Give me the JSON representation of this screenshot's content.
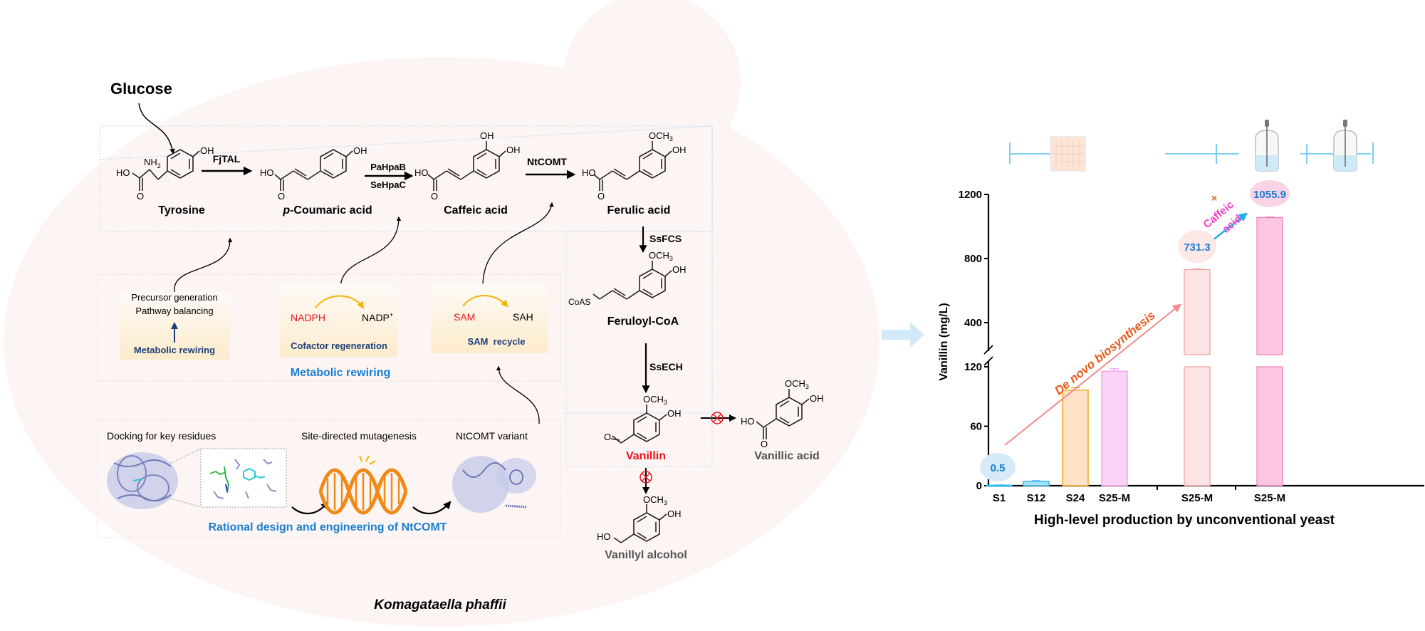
{
  "organism": "Komagataella phaffii",
  "pathway": {
    "start": "Glucose",
    "compounds": {
      "tyrosine": "Tyrosine",
      "p_coumaric_prefix": "p",
      "p_coumaric_rest": "-Coumaric acid",
      "caffeic": "Caffeic acid",
      "ferulic": "Ferulic acid",
      "feruloyl_coa": "Feruloyl-CoA",
      "vanillin": "Vanillin",
      "vanillic": "Vanillic acid",
      "vanillyl": "Vanillyl alcohol"
    },
    "enzymes": {
      "fjtal": "FjTAL",
      "pahpab": "PaHpaB",
      "sehpac": "SeHpaC",
      "ntcomt": "NtCOMT",
      "ssfcs": "SsFCS",
      "ssech": "SsECH"
    },
    "atoms": {
      "oh": "OH",
      "ho": "HO",
      "nh2": "NH",
      "nh2_sub": "2",
      "o": "O",
      "och3": "OCH",
      "och3_sub": "3",
      "coas": "CoAS"
    }
  },
  "modules": {
    "precursor_line1": "Precursor generation",
    "precursor_line2": "Pathway balancing",
    "metabolic_rewiring_small": "Metabolic rewiring",
    "nadph": "NADPH",
    "nadp": "NADP",
    "nadp_sup": "+",
    "cofactor": "Cofactor regeneration",
    "sam": "SAM",
    "sah": "SAH",
    "sam_recycle": "SAM  recycle",
    "metabolic_rewiring_title": "Metabolic rewiring"
  },
  "engineering": {
    "docking": "Docking for key residues",
    "mutagenesis": "Site-directed mutagenesis",
    "variant": "NtCOMT variant",
    "title": "Rational design and engineering of NtCOMT"
  },
  "colors": {
    "blue_label": "#1a7fd0",
    "navy_label": "#1f3f7a",
    "red": "#e8141e",
    "grey_text": "#555555",
    "yeast_bg": "#fdf5f4",
    "orange_arrow": "#f5b400",
    "dna_orange": "#f08a17"
  },
  "chart_data": {
    "type": "bar",
    "title": "",
    "xlabel": "High-level production by unconventional yeast",
    "ylabel": "Vanillin (mg/L)",
    "categories": [
      "S1",
      "S12",
      "S24",
      "S25-M",
      "S25-M",
      "S25-M"
    ],
    "values": [
      0.5,
      4.5,
      96.5,
      115.5,
      731.3,
      1055.9
    ],
    "errors": [
      0.2,
      0.5,
      2.5,
      2.5,
      4,
      3
    ],
    "bar_colors": [
      "#33b7ee",
      "#33b7ee",
      "#f5a623",
      "#f2a6ec",
      "#f4a0a0",
      "#f07ab8"
    ],
    "bar_fills": [
      "#a9e1f7",
      "#a9e1f7",
      "#fde2c7",
      "#fad3f6",
      "#fde4e4",
      "#fcc6e0"
    ],
    "axis_break": {
      "lower": [
        0,
        120
      ],
      "upper": [
        400,
        1200
      ]
    },
    "yticks_lower": [
      0,
      60,
      120
    ],
    "yticks_upper": [
      400,
      800,
      1200
    ],
    "ylim": [
      0,
      1200
    ],
    "annotations": {
      "s1_value": "0.5",
      "s25_shake_value": "731.3",
      "s25_fed_value": "1055.9",
      "de_novo": "De novo biosynthesis",
      "caffeic_line1": "Caffeic",
      "caffeic_line2": "acid",
      "plus_mark": "×"
    },
    "culture_stages": [
      "deep-well plate",
      "shake flask bioreactor",
      "fed-batch bioreactor"
    ]
  }
}
